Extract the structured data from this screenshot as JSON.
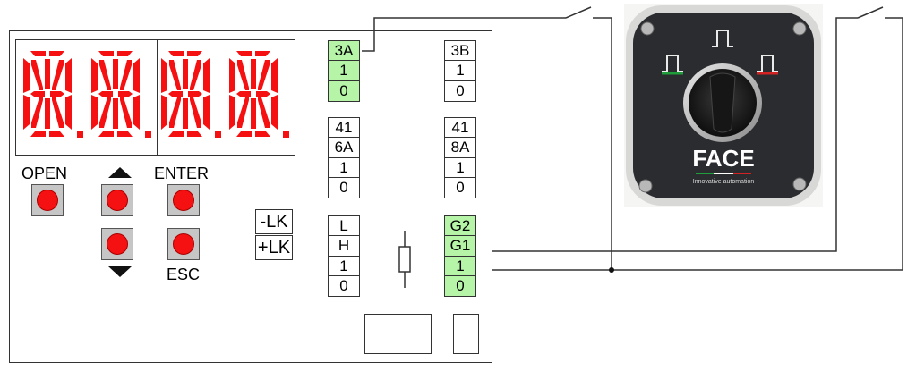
{
  "buttons": {
    "open": "OPEN",
    "enter": "ENTER",
    "esc": "ESC"
  },
  "lk": {
    "minus": "-LK",
    "plus": "+LK"
  },
  "terminals": {
    "col1_top": [
      "3A",
      "1",
      "0"
    ],
    "col1_mid": [
      "41",
      "6A",
      "1",
      "0"
    ],
    "col1_bot": [
      "L",
      "H",
      "1",
      "0"
    ],
    "col2_top": [
      "3B",
      "1",
      "0"
    ],
    "col2_mid": [
      "41",
      "8A",
      "1",
      "0"
    ],
    "col2_bot": [
      "G2",
      "G1",
      "1",
      "0"
    ]
  },
  "device": {
    "brand": "FACE",
    "tagline": "Innovative automation"
  },
  "colors": {
    "segment_red": "#f51111",
    "terminal_green": "#b6f5a8",
    "device_body": "#2a2c2f"
  }
}
